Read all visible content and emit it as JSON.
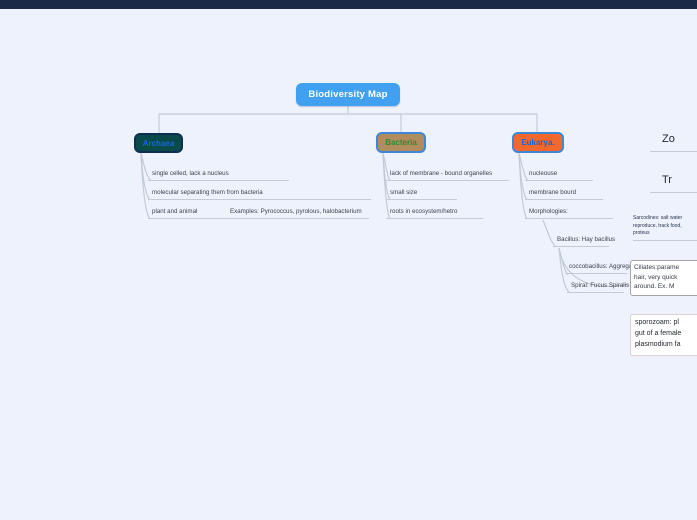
{
  "root": {
    "label": "Biodiversity Map"
  },
  "branches": [
    {
      "label": "Archaea",
      "children": [
        {
          "text": "single celled, lack a nucleus"
        },
        {
          "text": "molecular separating them from bacteria"
        },
        {
          "text": "plant and animal",
          "annotation": "Examples: Pyrococcus, pyrolous, halobacterium"
        }
      ]
    },
    {
      "label": "Bacteria",
      "children": [
        {
          "text": "lack of membrane - bound organelles"
        },
        {
          "text": "small size"
        },
        {
          "text": "roots in ecosystem/hetro"
        }
      ]
    },
    {
      "label": "Eukarya.",
      "children": [
        {
          "text": "nucleouse"
        },
        {
          "text": "membrane bourd"
        },
        {
          "text": "Morphologies:"
        }
      ],
      "morphologies": [
        {
          "text": "Bacillus: Hay bacillus"
        },
        {
          "text": "coccobacillus: Aggrega"
        },
        {
          "text": "Spiral: Fucus Spiralis"
        }
      ]
    }
  ],
  "right_items": {
    "heading_1": "Zo",
    "heading_2": "Tr",
    "sarcodines_lines": [
      "Sarcodines: salt water",
      "reproduce, track food,",
      "proteus"
    ],
    "ciliates_lines": [
      "Ciliates:parame",
      "hair, very quick",
      "around.    Ex. M"
    ],
    "sporozoam_lines": [
      "sporozoam: pl",
      "gut of a female",
      "plasmodium fa"
    ]
  },
  "colors": {
    "background": "#eef2fc",
    "topbar": "#1b2a47",
    "root_bg": "#41a1f0",
    "archaea_bg": "#0b4a4a",
    "archaea_border": "#0e2f52",
    "archaea_text": "#1767d2",
    "bacteria_bg": "#b18c5d",
    "bacteria_text": "#2f8b33",
    "eukarya_bg": "#f3682c",
    "node_border_blue": "#3e87d6",
    "connector": "#c2cad7"
  }
}
